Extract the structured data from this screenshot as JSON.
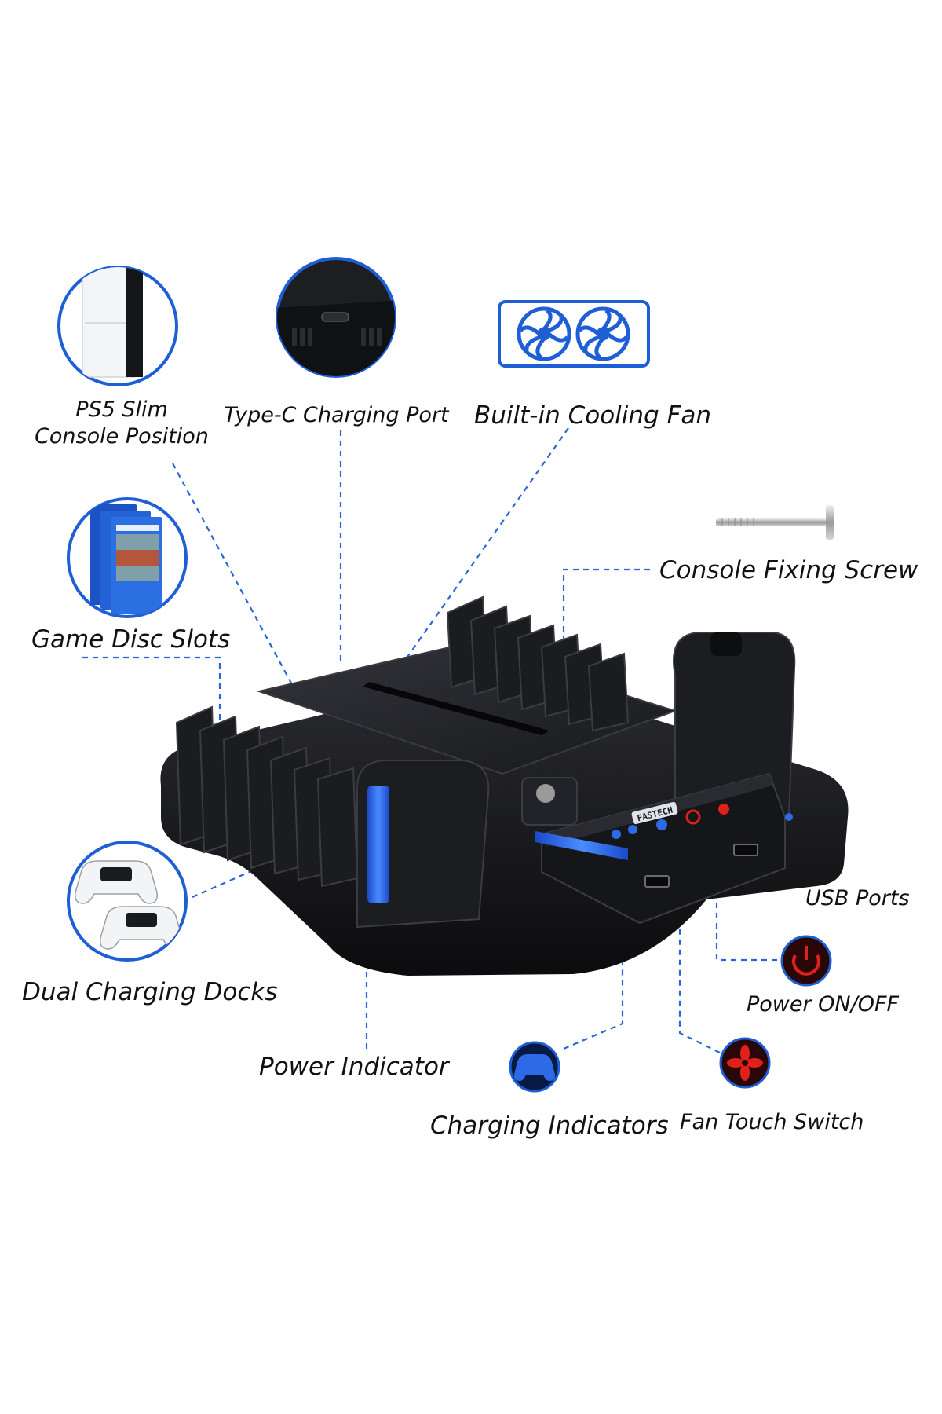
{
  "labels": {
    "ps5_slim_line1": "PS5 Slim",
    "ps5_slim_line2": "Console Position",
    "type_c_port": "Type-C Charging Port",
    "cooling_fan": "Built-in Cooling Fan",
    "console_fixing_screw": "Console Fixing Screw",
    "game_disc_slots": "Game Disc Slots",
    "usb_ports": "USB Ports",
    "power_on_off": "Power ON/OFF",
    "dual_charging_docks": "Dual Charging Docks",
    "power_indicator": "Power Indicator",
    "charging_indicators": "Charging Indicators",
    "fan_touch_switch": "Fan Touch Switch"
  },
  "product_badge": "FASTECH",
  "icons": {
    "console": "ps5-slim-console-icon",
    "port": "type-c-port-closeup-icon",
    "fan": "dual-cooling-fan-icon",
    "screw": "fixing-screw-icon",
    "discs": "game-disc-cases-icon",
    "controllers": "dual-controllers-icon",
    "power": "power-button-icon",
    "charging": "controller-charging-icon",
    "fan_switch": "fan-switch-icon"
  },
  "colors": {
    "accent_blue": "#1f5fd6",
    "red": "#e0201a",
    "body_black": "#17181b",
    "leader": "#2a66d8"
  }
}
